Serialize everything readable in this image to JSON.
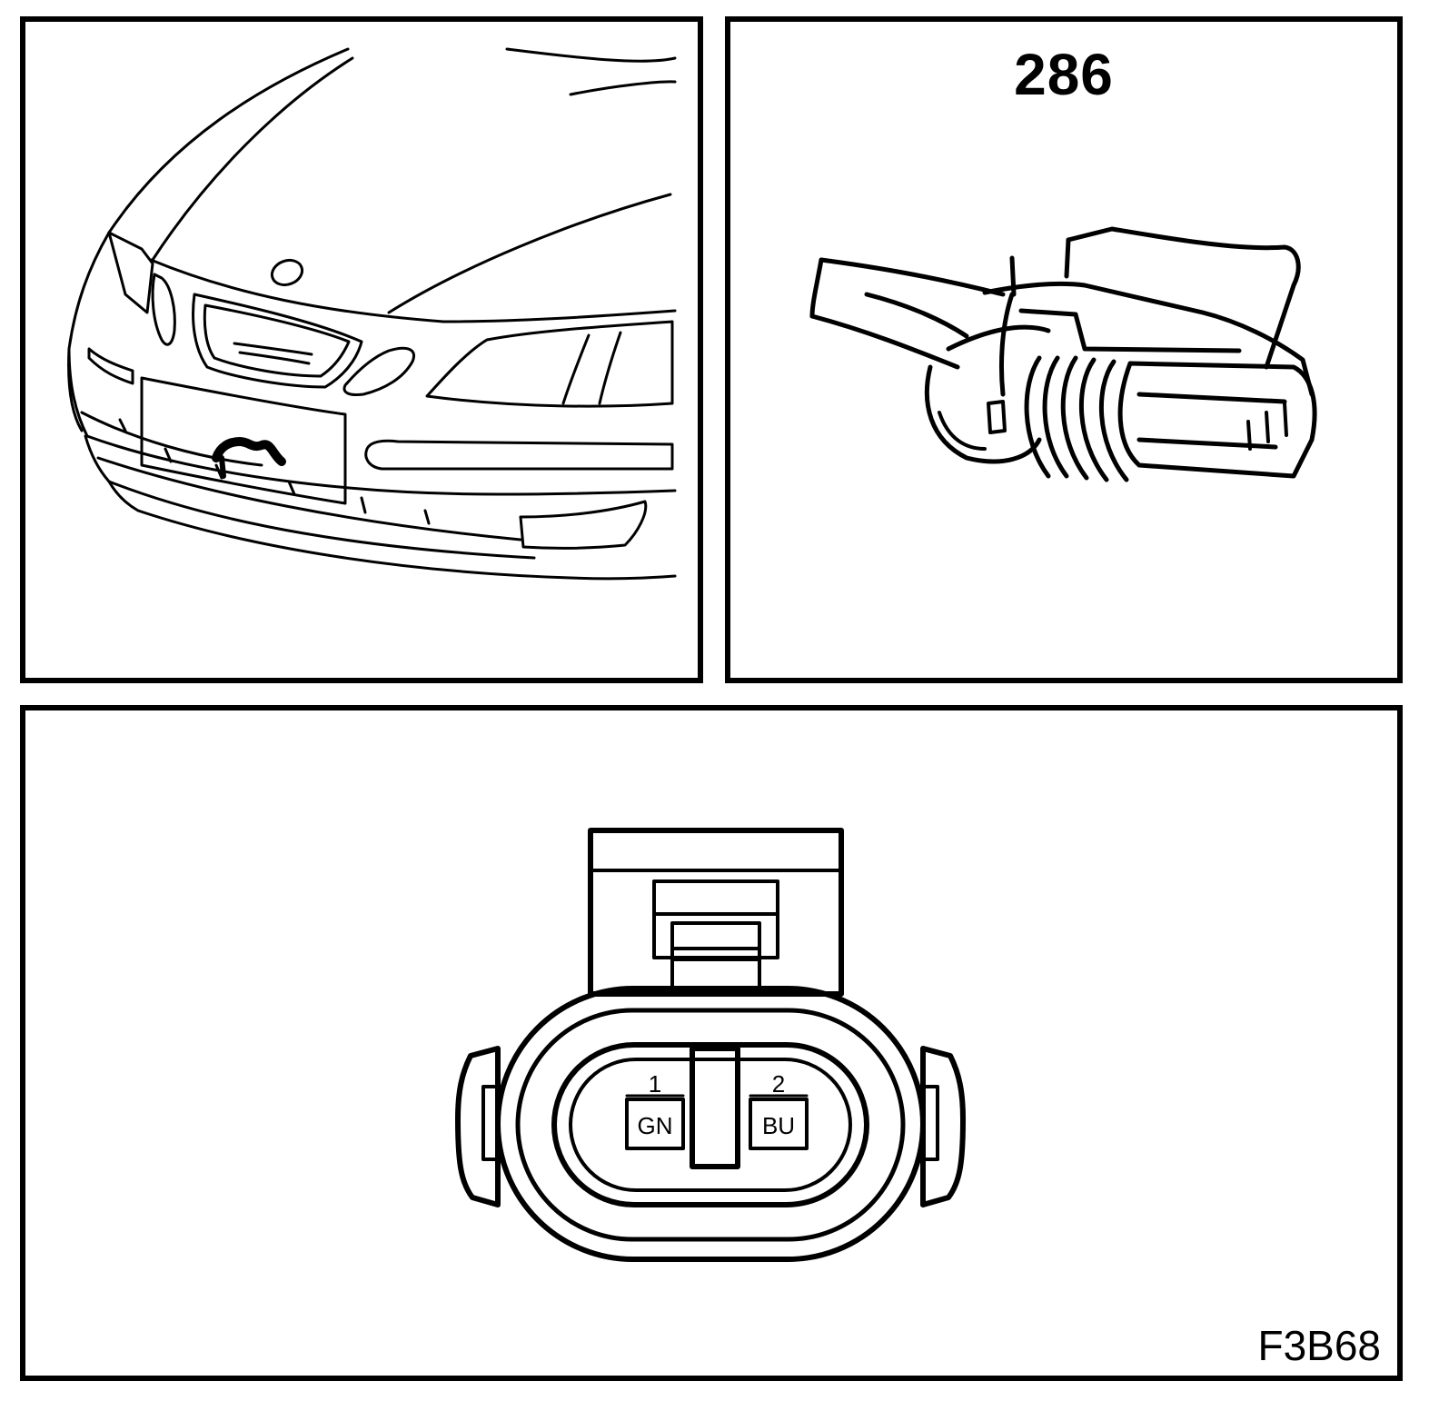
{
  "component_number": "286",
  "figure_code": "F3B68",
  "pins": [
    {
      "number": "1",
      "color": "GN"
    },
    {
      "number": "2",
      "color": "BU"
    }
  ],
  "icons": {
    "car": "car-front-location-icon",
    "connector": "two-pin-connector-icon"
  }
}
